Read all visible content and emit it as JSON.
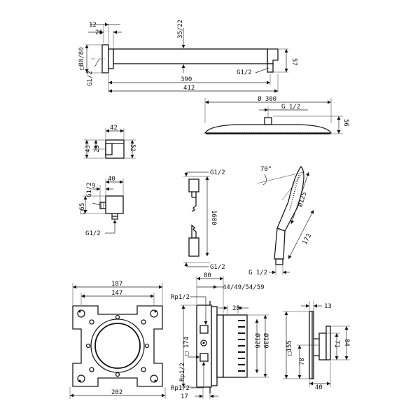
{
  "shower_arm": {
    "dim_12": "12",
    "dim_26": "26",
    "dim_35_22": "35/22",
    "dim_80_80": "□80/80",
    "dim_g12_left": "G1/2",
    "dim_57": "57",
    "dim_g12_outlet": "G1/2",
    "dim_390": "390",
    "dim_412": "412"
  },
  "overhead_shower": {
    "dim_diameter": "Ø 300",
    "dim_g12": "G 1/2",
    "dim_56": "56"
  },
  "wall_connector_a": {
    "dim_42": "42",
    "dim_43": "43",
    "dim_23": "23",
    "dim_52": "52"
  },
  "wall_connector_b": {
    "dim_40": "40",
    "dim_9": "9",
    "dim_g12_vertical": "G1/2",
    "dim_65": "□65",
    "dim_g12_bottom": "G1/2"
  },
  "shower_hose": {
    "dim_g12_top": "G1/2",
    "dim_1600": "1600",
    "dim_g12_bottom": "G1/2"
  },
  "hand_shower": {
    "dim_angle": "70°",
    "dim_diameter": "Ø125",
    "dim_172": "172",
    "dim_g12": "G 1/2"
  },
  "basic_set": {
    "dim_187": "187",
    "dim_147": "147",
    "dim_202": "202"
  },
  "basic_set_side": {
    "dim_80": "80",
    "dim_depths": "44/49/54/59",
    "dim_rp12_top": "Rp1/2",
    "dim_28": "28",
    "dim_174": "□ 174",
    "dim_126": "Ø126",
    "dim_139": "Ø139",
    "dim_rp12_mid": "Rp1/2",
    "dim_rp12_bottom": "Rp1/2",
    "dim_17": "17"
  },
  "trim_side": {
    "dim_13": "13",
    "dim_155": "□155",
    "dim_71": "71",
    "dim_84": "84",
    "dim_78": "78",
    "dim_40": "40"
  }
}
